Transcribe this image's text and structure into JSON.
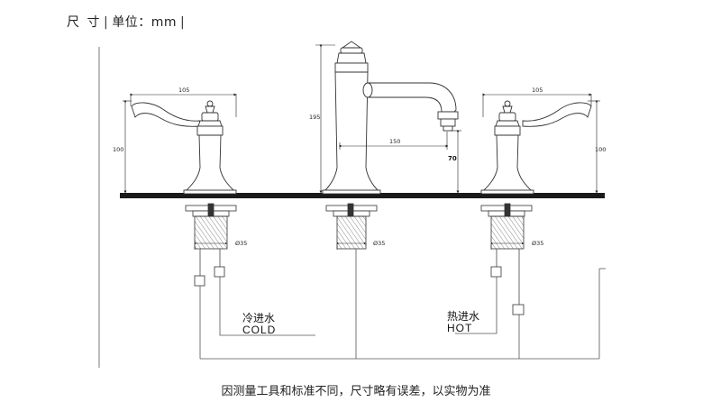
{
  "header": {
    "title_a": "尺",
    "title_b": "寸",
    "unit_label": "单位：mm"
  },
  "dimensions": {
    "left_handle_width": "105",
    "right_handle_width": "105",
    "left_height": "100",
    "right_height": "100",
    "spout_height": "195",
    "spout_reach": "150",
    "spout_clearance": "70",
    "left_diameter": "Ø35",
    "center_diameter": "Ø35",
    "right_diameter": "Ø35"
  },
  "labels": {
    "cold_cn": "冷进水",
    "cold_en": "COLD",
    "hot_cn": "热进水",
    "hot_en": "HOT"
  },
  "footer": {
    "note": "因测量工具和标准不同，尺寸略有误差，以实物为准"
  },
  "colors": {
    "counter": "#1a1a1a",
    "line": "#333333",
    "thread": "#8a8a8a"
  }
}
